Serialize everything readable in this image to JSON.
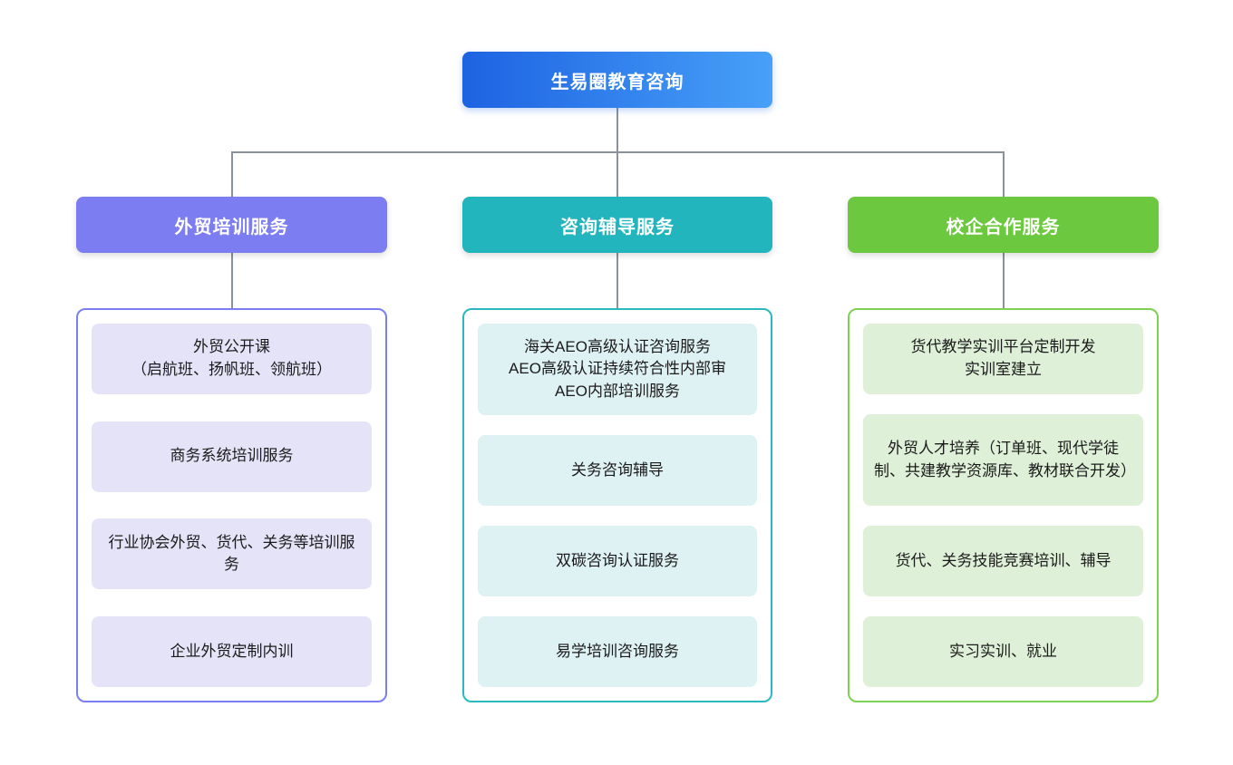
{
  "diagram": {
    "root": {
      "label": "生易圈教育咨询"
    },
    "branches": [
      {
        "label": "外贸培训服务",
        "accent_color": "#7b7df0",
        "item_bg_color": "#e5e3f8",
        "items": [
          "外贸公开课\n（启航班、扬帆班、领航班）",
          "商务系统培训服务",
          "行业协会外贸、货代、关务等培训服务",
          "企业外贸定制内训"
        ]
      },
      {
        "label": "咨询辅导服务",
        "accent_color": "#23b5bd",
        "item_bg_color": "#def1f3",
        "items": [
          "海关AEO高级认证咨询服务\nAEO高级认证持续符合性内部审\nAEO内部培训服务",
          "关务咨询辅导",
          "双碳咨询认证服务",
          "易学培训咨询服务"
        ]
      },
      {
        "label": "校企合作服务",
        "accent_color": "#6cc83e",
        "border_color": "#7ed154",
        "item_bg_color": "#dff0d8",
        "items": [
          "货代教学实训平台定制开发\n实训室建立",
          "外贸人才培养（订单班、现代学徒制、共建教学资源库、教材联合开发）",
          "货代、关务技能竞赛培训、辅导",
          "实习实训、就业"
        ]
      }
    ]
  },
  "colors": {
    "root_gradient_start": "#1d63e2",
    "root_gradient_end": "#48a0f8",
    "connector": "#8a9199",
    "background": "#ffffff",
    "item_text": "#1b1b1b"
  }
}
